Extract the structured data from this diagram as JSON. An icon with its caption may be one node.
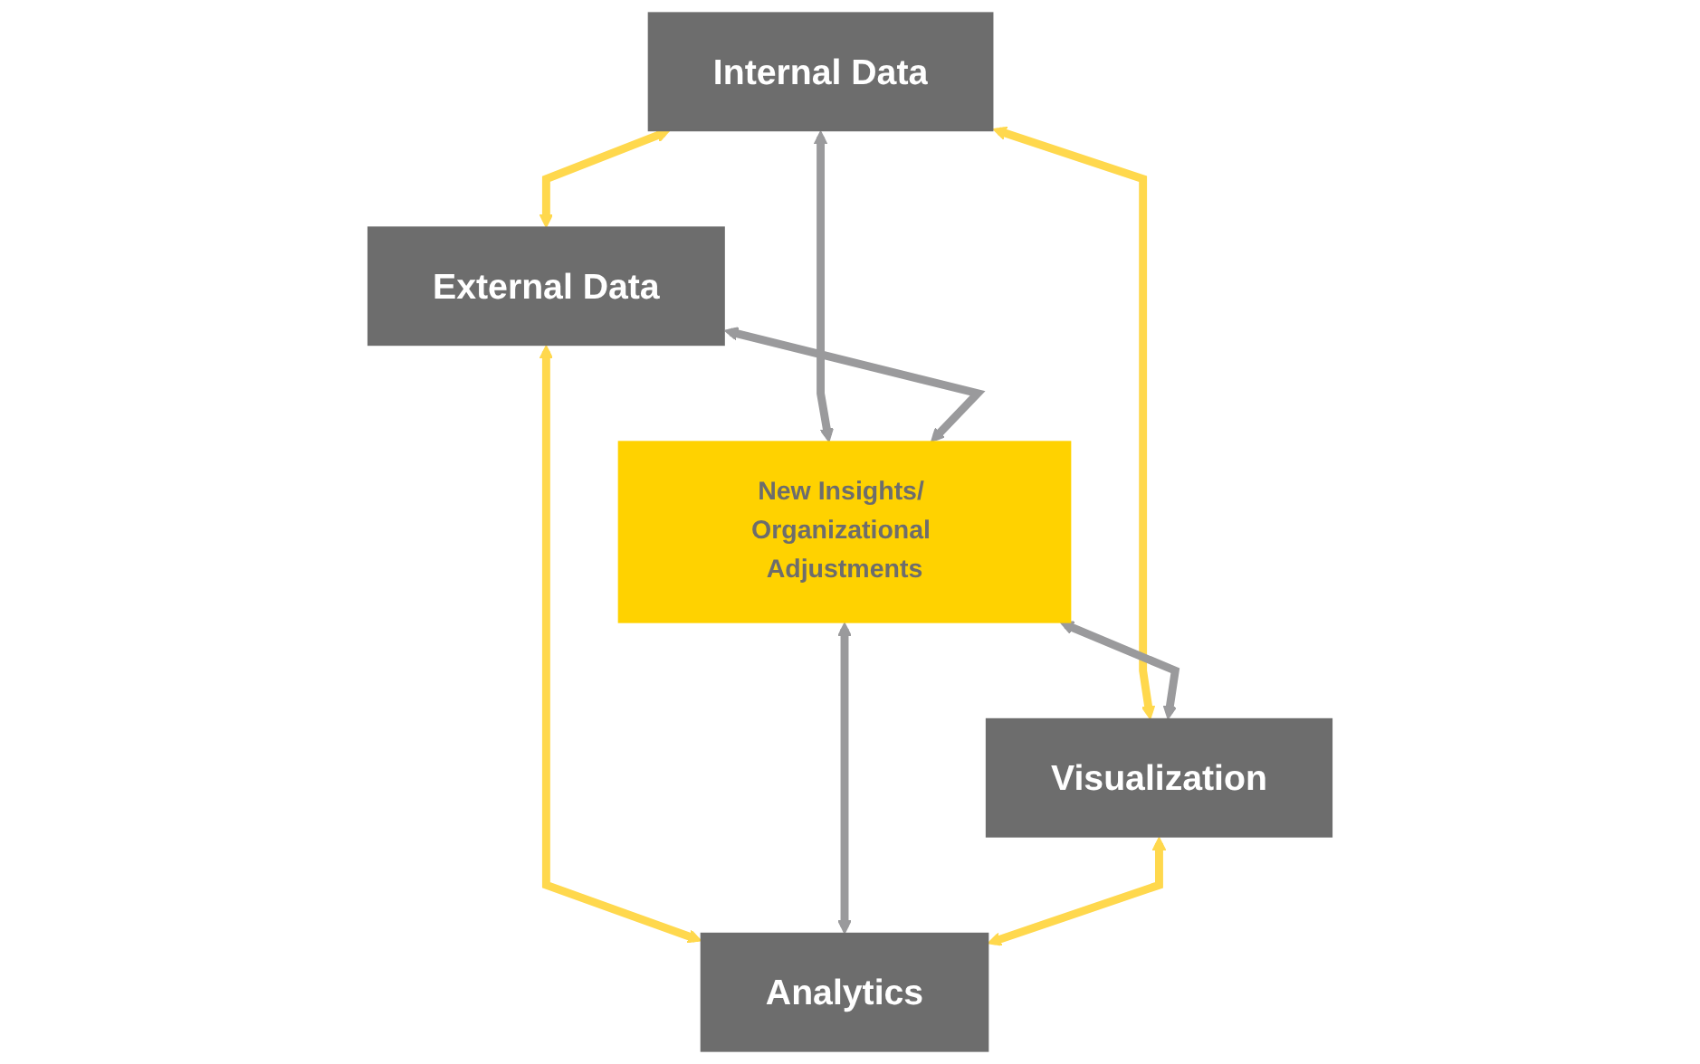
{
  "diagram": {
    "nodes": [
      {
        "text": [
          "Internal Data"
        ]
      },
      {
        "text": [
          "External Data"
        ]
      },
      {
        "text": [
          "New Insights/ Organizational Adjustments"
        ]
      },
      {
        "text": [
          "Visualization"
        ]
      },
      {
        "text": [
          "Analytics"
        ]
      }
    ],
    "edges": [
      {
        "from": 0,
        "to": 1,
        "arrow": "both",
        "color": "#ffd84d"
      },
      {
        "from": 0,
        "to": 2,
        "arrow": "both",
        "color": "#9a9a9c"
      },
      {
        "from": 0,
        "to": 3,
        "arrow": "both",
        "color": "#ffd84d"
      },
      {
        "from": 1,
        "to": 2,
        "arrow": "both",
        "color": "#9a9a9c"
      },
      {
        "from": 2,
        "to": 3,
        "arrow": "both",
        "color": "#9a9a9c"
      },
      {
        "from": 1,
        "to": 4,
        "arrow": "both",
        "color": "#ffd84d"
      },
      {
        "from": 2,
        "to": 4,
        "arrow": "both",
        "color": "#9a9a9c"
      },
      {
        "from": 3,
        "to": 4,
        "arrow": "both",
        "color": "#ffd84d"
      }
    ]
  }
}
